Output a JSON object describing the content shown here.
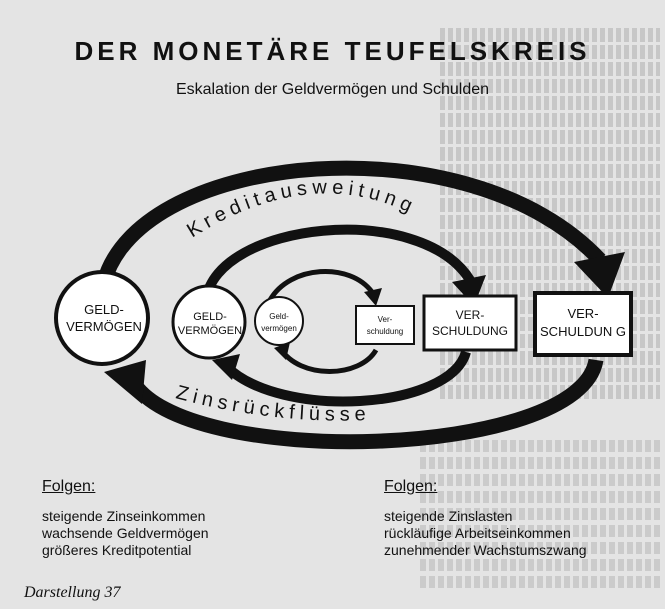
{
  "title": "DER MONETÄRE TEUFELSKREIS",
  "subtitle": "Eskalation der Geldvermögen und Schulden",
  "arc_top_label": "Kreditausweitung",
  "arc_bottom_label": "Zinsrückflüsse",
  "nodes": {
    "geld1_line1": "GELD-",
    "geld1_line2": "VERMÖGEN",
    "geld2_line1": "GELD-",
    "geld2_line2": "VERMÖGEN",
    "geld3_line1": "Geld-",
    "geld3_line2": "vermögen",
    "schuld1_line1": "Ver-",
    "schuld1_line2": "schuldung",
    "schuld2_line1": "VER-",
    "schuld2_line2": "SCHULDUNG",
    "schuld3_line1": "VER-",
    "schuld3_line2": "SCHULDUN G"
  },
  "folgen_left": {
    "heading": "Folgen:",
    "items": [
      "steigende Zinseinkommen",
      "wachsende Geldvermögen",
      "größeres Kreditpotential"
    ]
  },
  "folgen_right": {
    "heading": "Folgen:",
    "items": [
      "steigende Zinslasten",
      "rückläufige Arbeitseinkommen",
      "zunehmender Wachstumszwang"
    ]
  },
  "caption": "Darstellung 37"
}
